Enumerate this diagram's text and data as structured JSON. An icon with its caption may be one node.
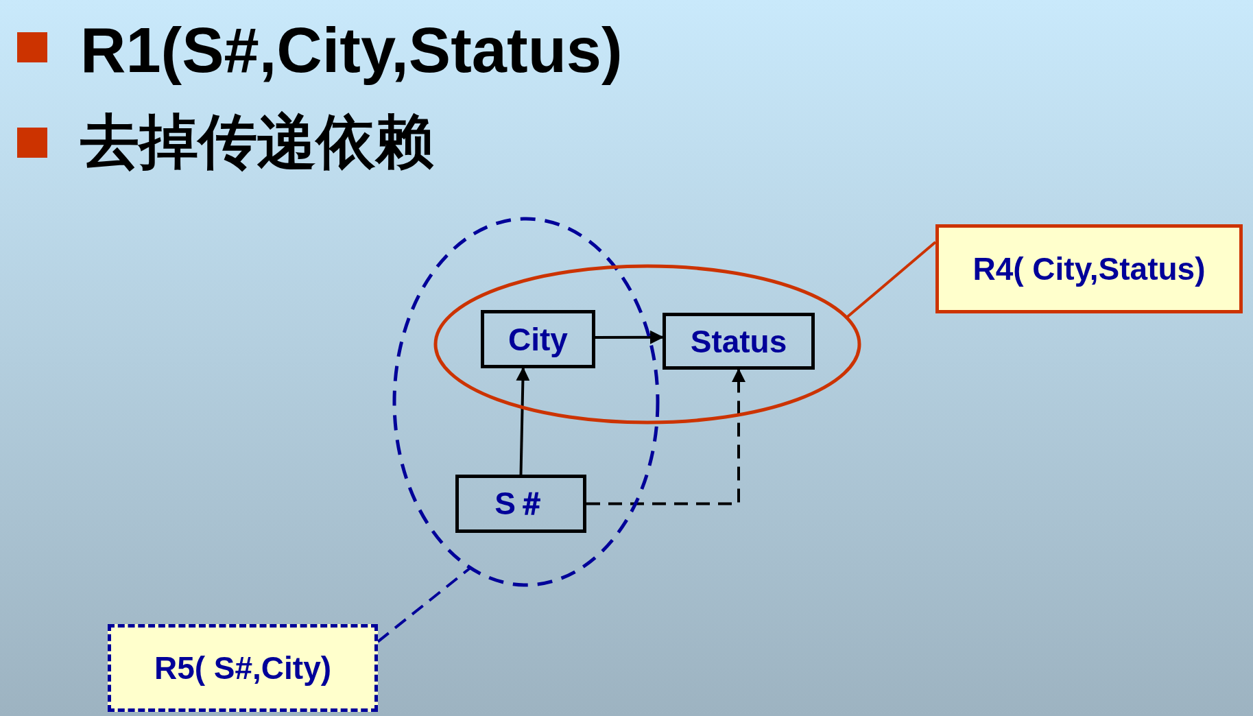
{
  "diagram": {
    "nodes": [
      {
        "text": [],
        "shape": "circle"
      },
      {
        "text": [],
        "shape": "circle"
      },
      {
        "text": [
          "City"
        ]
      },
      {
        "text": [
          "Status"
        ],
        "in": 1
      },
      {
        "text": [
          "S＃"
        ],
        "in": 0
      },
      {
        "text": [
          "R4( City,Status)"
        ]
      },
      {
        "text": [
          "R5( S#,City)"
        ]
      }
    ],
    "edges": [
      {
        "from": 2,
        "to": 3,
        "arrow": "to"
      },
      {
        "from": 4,
        "to": 2,
        "arrow": "to"
      },
      {
        "from": 4,
        "to": 3,
        "arrow": "to",
        "style": "dashed"
      },
      {
        "from": 5,
        "to": 1,
        "arrow": "none",
        "color": "#cc3300"
      },
      {
        "from": 6,
        "to": 0,
        "arrow": "none",
        "color": "#000099",
        "style": "dashed"
      }
    ],
    "labels": [
      "R1(S#,City,Status)",
      "去掉传递依赖"
    ]
  }
}
